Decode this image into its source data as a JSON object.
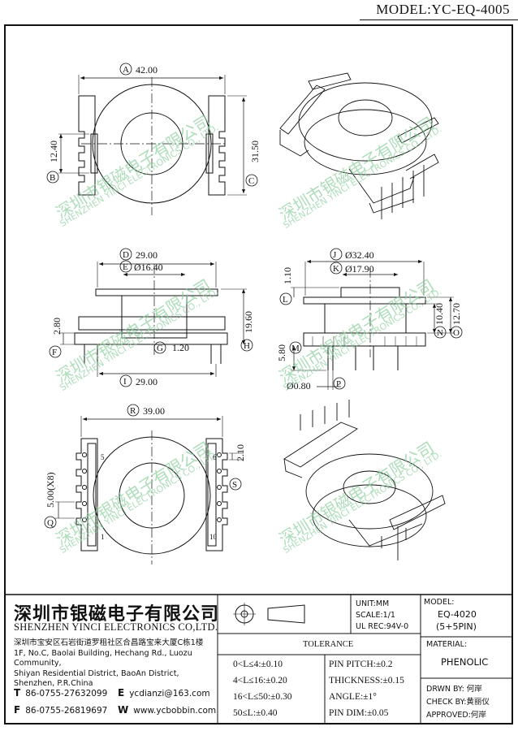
{
  "header": {
    "model": "MODEL:YC-EQ-4005"
  },
  "dims": {
    "A": "42.00",
    "B": "12.40",
    "C": "31.50",
    "D": "29.00",
    "E": "Ø16.40",
    "F": "2.80",
    "G": "1.20",
    "H": "19.60",
    "I": "29.00",
    "J": "Ø32.40",
    "K": "Ø17.90",
    "L": "1.10",
    "M": "5.80",
    "N": "10.40",
    "O": "12.70",
    "P": "Ø0.80",
    "R": "39.00",
    "Q": "5.00(X8)",
    "S": "2.10"
  },
  "pins": {
    "p5": "5",
    "p1": "1",
    "p6": "6",
    "p10": "10"
  },
  "watermark": {
    "cn": "深圳市银磁电子有限公司",
    "en": "SHENZHEN YINCI ELECTRONICS CO., LTD."
  },
  "titleblock": {
    "company_cn": "深圳市银磁电子有限公司",
    "company_en": "SHENZHEN YINCI ELECTRONICS CO,LTD.",
    "address": [
      "深圳市宝安区石岩街道罗租社区合昌路宝来大厦C栋1楼",
      "1F, No.C, Baolai Building, Hechang Rd., Luozu Community,",
      "Shiyan Residential District, BaoAn District,",
      "Shenzhen, P.R.China"
    ],
    "tel_label": "T",
    "tel": "86-0755-27632099",
    "fax_label": "F",
    "fax": "86-0755-26819697",
    "email_label": "E",
    "email": "ycdianzi@163.com",
    "web_label": "W",
    "web": "www.ycbobbin.com",
    "unit": "UNIT:MM",
    "scale": "SCALE:1/1",
    "ul": "UL REC:94V-0",
    "model_label": "MODEL:",
    "model_value": "EQ-4020",
    "model_pins": "(5+5PIN)",
    "tolerance_title": "TOLERANCE",
    "tolerances": [
      "0<L≤4:±0.10",
      "4<L≤16:±0.20",
      "16<L≤50:±0.30",
      "50≤L:±0.40"
    ],
    "pin_tol": [
      "PIN PITCH:±0.2",
      "THICKNESS:±0.15",
      "ANGLE:±1°",
      "PIN DIM:±0.05"
    ],
    "material_label": "MATERIAL:",
    "material": "PHENOLIC",
    "drwn": "DRWN BY: 何岸",
    "check": "CHECK BY:黄丽仪",
    "approved": "APPROVED:何岸"
  }
}
